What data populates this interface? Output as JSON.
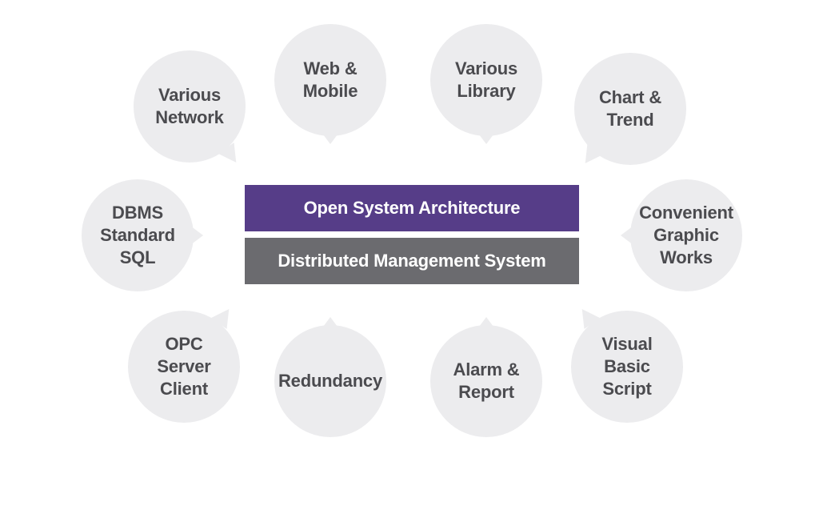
{
  "center": {
    "top_label": "Open System Architecture",
    "bottom_label": "Distributed Management System"
  },
  "features": {
    "various_network": "Various\nNetwork",
    "web_mobile": "Web &\nMobile",
    "various_library": "Various\nLibrary",
    "chart_trend": "Chart &\nTrend",
    "dbms_sql": "DBMS\nStandard\nSQL",
    "convenient_graphic": "Convenient\nGraphic\nWorks",
    "opc_server_client": "OPC\nServer\nClient",
    "redundancy": "Redundancy",
    "alarm_report": "Alarm &\nReport",
    "visual_basic_script": "Visual\nBasic\nScript"
  },
  "colors": {
    "top_bar": "#563d88",
    "bottom_bar": "#6b6b6f",
    "bubble": "#ececee",
    "bubble_text": "#4b4b4f"
  }
}
